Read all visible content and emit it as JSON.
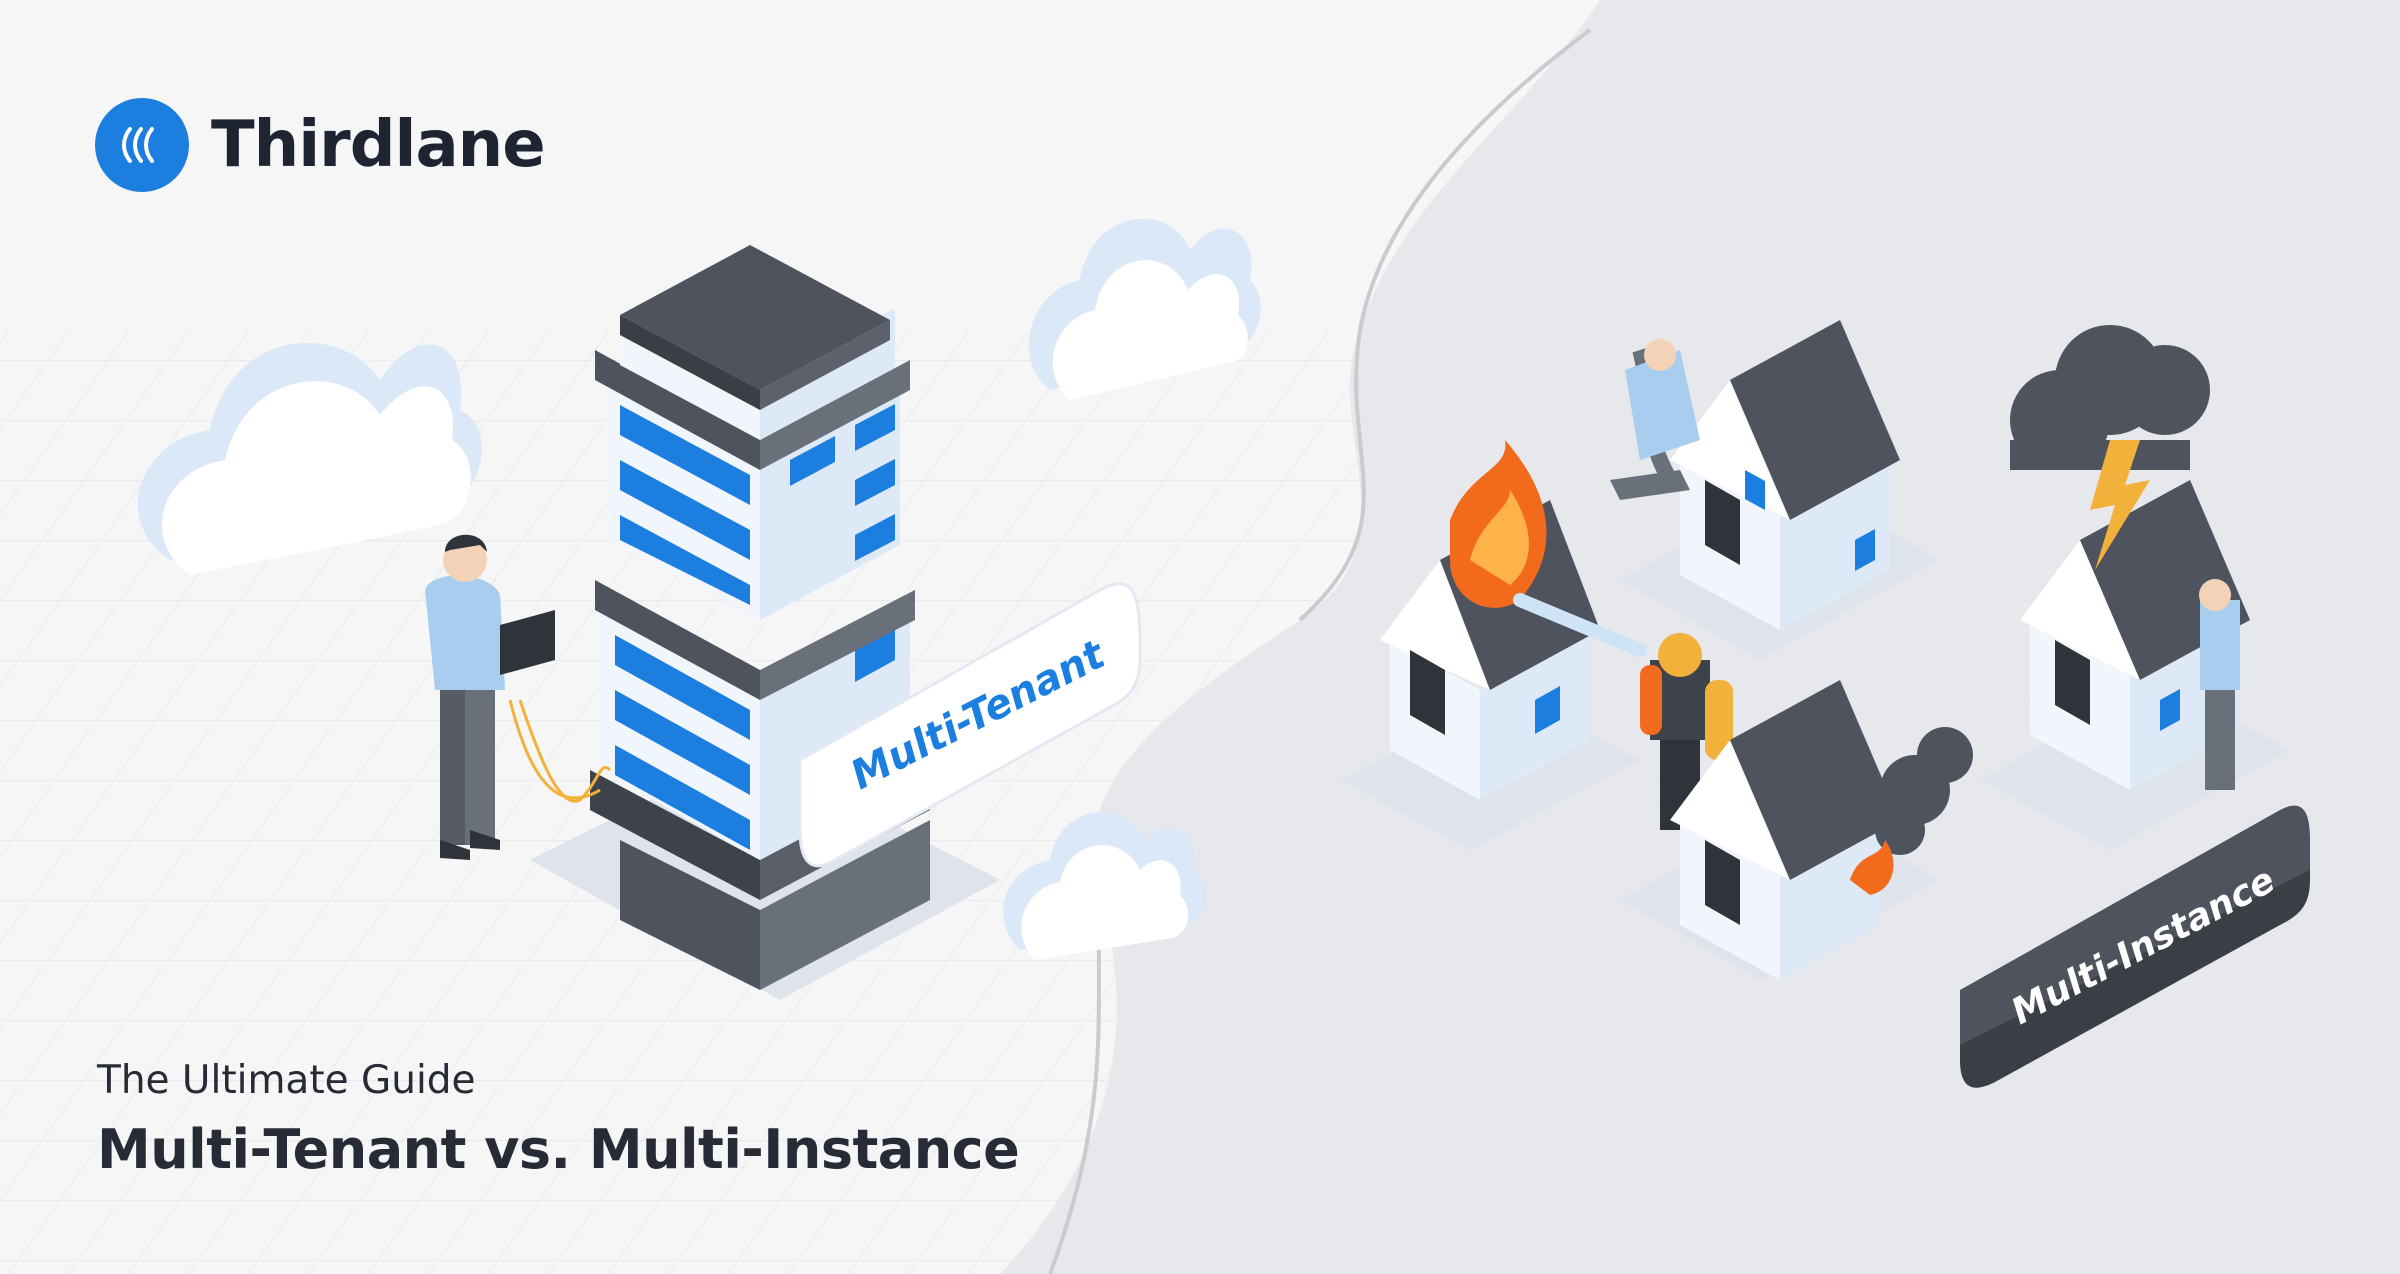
{
  "brand": {
    "name": "Thirdlane",
    "logo_icon": "signal-waves-icon",
    "accent": "#1c7fe0"
  },
  "header": {
    "subtitle": "The Ultimate Guide",
    "title": "Multi-Tenant vs. Multi-Instance"
  },
  "labels": {
    "tenant": "Multi-Tenant",
    "instance": "Multi-Instance"
  },
  "colors": {
    "accent_blue": "#1c7fe0",
    "dark_gray": "#4e535d",
    "building_white": "#f1f6fd",
    "fire": "#f26a1b",
    "shirt": "#a8cdef"
  }
}
